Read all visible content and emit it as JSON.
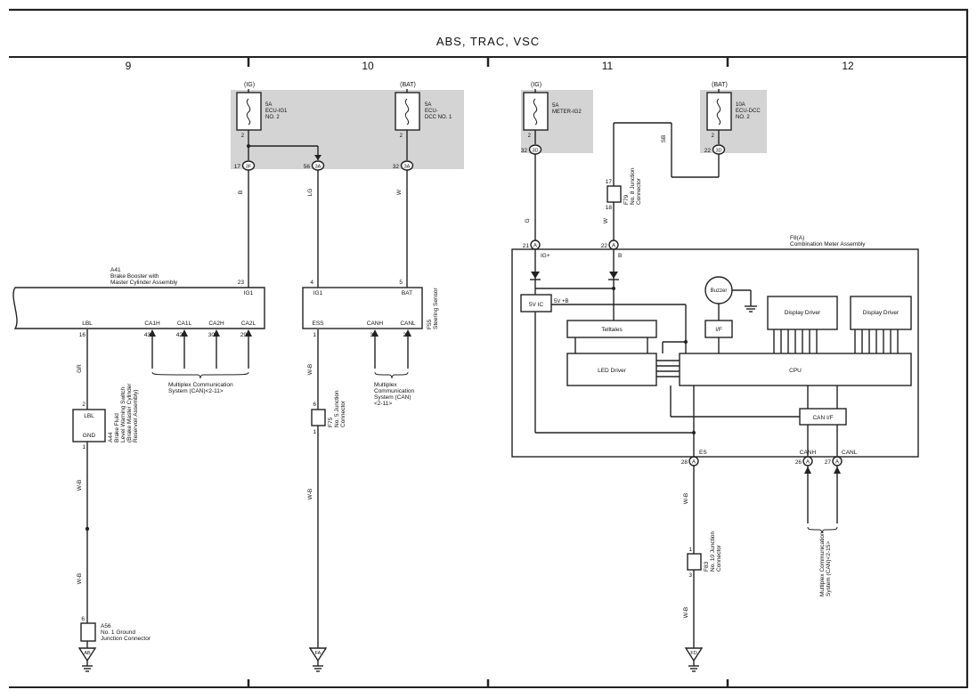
{
  "title": "ABS, TRAC, VSC",
  "columns": [
    "9",
    "10",
    "11",
    "12"
  ],
  "fuses": [
    {
      "supply": "(IG)",
      "rating": "5A",
      "name1": "ECU-IG1",
      "name2": "NO. 2",
      "pin_top": "2",
      "pin": "17",
      "conn": "3F"
    },
    {
      "supply": "(BAT)",
      "rating": "5A",
      "name1": "ECU-",
      "name2": "DCC NO. 1",
      "pin_top": "2",
      "pin": "32",
      "conn": "3A"
    },
    {
      "supply": "(IG)",
      "rating": "5A",
      "name1": "METER-IG2",
      "name2": "",
      "pin_top": "2",
      "pin": "32",
      "conn": "3D"
    },
    {
      "supply": "(BAT)",
      "rating": "10A",
      "name1": "ECU-DCC",
      "name2": "NO. 2",
      "pin_top": "2",
      "pin": "22",
      "conn": "3D"
    }
  ],
  "middle_splice": {
    "pin": "56",
    "conn": "3A"
  },
  "wire_colors": {
    "b": "B",
    "lg": "LG",
    "w": "W",
    "g": "G",
    "w2": "W",
    "sb": "SB",
    "gr": "GR",
    "wb": "W-B"
  },
  "a41": {
    "code": "A41",
    "line1": "Brake Booster with",
    "line2": "Master Cylinder Assembly",
    "pin_top": "23",
    "pin_top_label": "IG1",
    "bottom_pins": [
      {
        "pin": "16",
        "label": "LBL"
      },
      {
        "pin": "43",
        "label": "CA1H"
      },
      {
        "pin": "42",
        "label": "CA1L"
      },
      {
        "pin": "30",
        "label": "CA2H"
      },
      {
        "pin": "29",
        "label": "CA2L"
      }
    ]
  },
  "a41_can_note": {
    "line1": "Multiplex Communication",
    "line2": "System (CAN)<2-11>"
  },
  "f55": {
    "code": "F55",
    "name": "Steering Sensor",
    "top_pins": [
      {
        "pin": "4",
        "label": "IG1"
      },
      {
        "pin": "5",
        "label": "BAT"
      }
    ],
    "bottom_pins": [
      {
        "pin": "1",
        "label": "ESS"
      },
      {
        "pin": "3",
        "label": "CANH"
      },
      {
        "pin": "2",
        "label": "CANL"
      }
    ]
  },
  "f55_can_note": {
    "line1": "Multiplex",
    "line2": "Communication",
    "line3": "System (CAN)",
    "line4": "<2-11>"
  },
  "a44": {
    "code": "A44",
    "line1": "Brake Fluid",
    "line2": "Level Warning Switch",
    "line3": "(Brake Master Cylinder",
    "line4": "Reservoir Assembly)",
    "pin_top": "2",
    "label_top": "LBL",
    "pin_bottom": "1",
    "label_bottom": "GND"
  },
  "a56": {
    "code": "A56",
    "line1": "No. 1 Ground",
    "line2": "Junction Connector",
    "pin": "6",
    "ground": "AB"
  },
  "f75": {
    "code": "F75",
    "line1": "No. 5 Junction",
    "line2": "Connector",
    "pin_top": "6",
    "pin_bottom": "1",
    "ground": "FA"
  },
  "f79": {
    "code": "F79",
    "line1": "No. 8 Junction",
    "line2": "Connector",
    "pin_top": "17",
    "pin_bottom": "18"
  },
  "f83": {
    "code": "F83",
    "line1": "No. 10 Junction",
    "line2": "Connector",
    "pin_top": "1",
    "pin_bottom": "3",
    "ground": "FD"
  },
  "meter": {
    "code": "F8(A)",
    "name": "Combination Meter Assembly",
    "conn": "A",
    "pin_ig": "21",
    "label_ig": "IG+",
    "pin_b": "22",
    "label_b": "B",
    "pin_es": "28",
    "label_es": "ES",
    "pin_canh": "26",
    "label_canh": "CANH",
    "pin_canl": "27",
    "label_canl": "CANL",
    "blocks": {
      "vic": "5V IC",
      "v5": "5V +B",
      "buzzer": "Buzzer",
      "if": "I/F",
      "dd1": "Display Driver",
      "dd2": "Display Driver",
      "telltales": "Telltales",
      "led": "LED Driver",
      "cpu": "CPU",
      "canif": "CAN I/F"
    }
  },
  "meter_can_note": {
    "line1": "Multiplex Communication",
    "line2": "System (CAN)<2-15>"
  }
}
